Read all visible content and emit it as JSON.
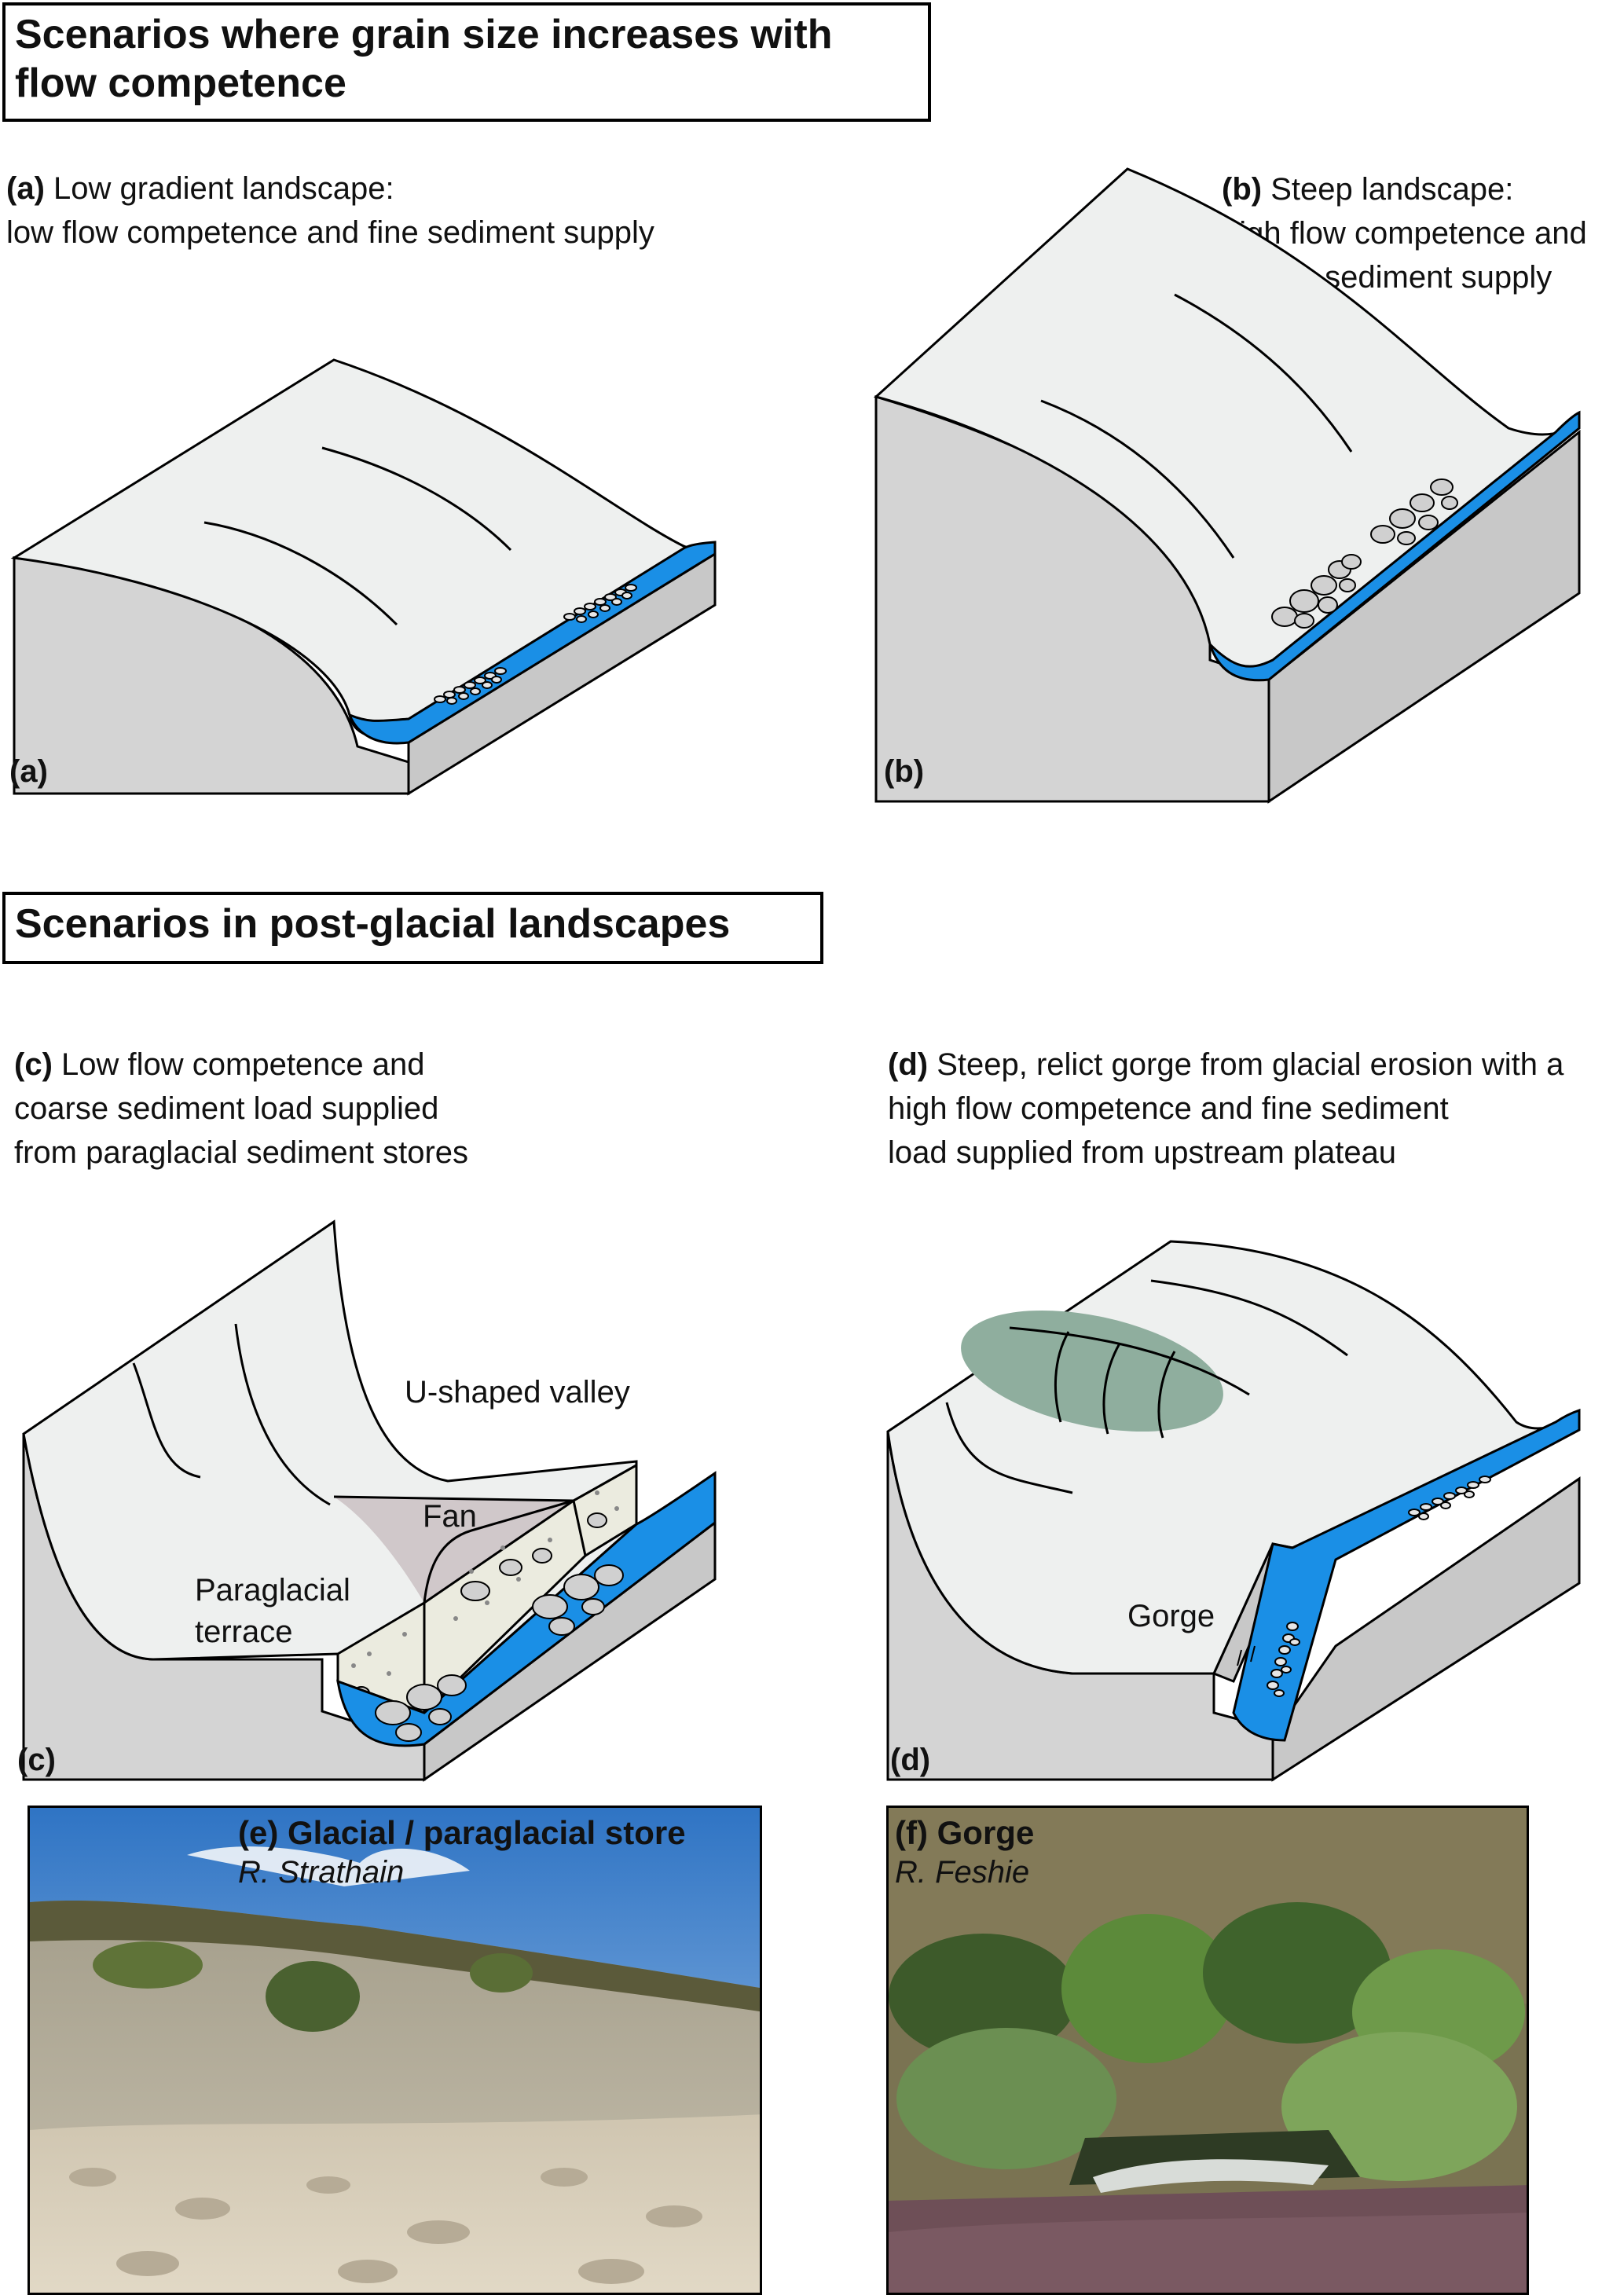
{
  "header_top": "Scenarios where grain size increases with flow competence",
  "header_mid": "Scenarios in post-glacial landscapes",
  "panels": {
    "a": {
      "tag": "(a)",
      "caption_title": "Low gradient landscape:",
      "caption_line2": "low flow competence and fine sediment supply",
      "corner": "(a)"
    },
    "b": {
      "tag": "(b)",
      "caption_title": "Steep landscape:",
      "caption_line2": "high flow competence and",
      "caption_line3": "coarse sediment supply",
      "corner": "(b)"
    },
    "c": {
      "tag": "(c)",
      "caption_title": "Low flow competence and",
      "caption_line2": "coarse sediment load supplied",
      "caption_line3": "from paraglacial sediment stores",
      "corner": "(c)",
      "label_valley": "U-shaped valley",
      "label_fan": "Fan",
      "label_terrace_1": "Paraglacial",
      "label_terrace_2": "terrace"
    },
    "d": {
      "tag": "(d)",
      "caption_title": "Steep, relict gorge from glacial erosion with a",
      "caption_line2": "high flow competence and fine sediment",
      "caption_line3": "load supplied from upstream plateau",
      "corner": "(d)",
      "label_gorge": "Gorge"
    },
    "e": {
      "title": "(e) Glacial / paraglacial store",
      "subtitle": "R. Strathain"
    },
    "f": {
      "title": "(f) Gorge",
      "subtitle": "R. Feshie"
    }
  },
  "colors": {
    "river": "#1a8fe6",
    "surface": "#eef0ef",
    "side": "#d4d4d4",
    "front": "#c8c8c8",
    "gorge_patch": "#8fae9e"
  }
}
